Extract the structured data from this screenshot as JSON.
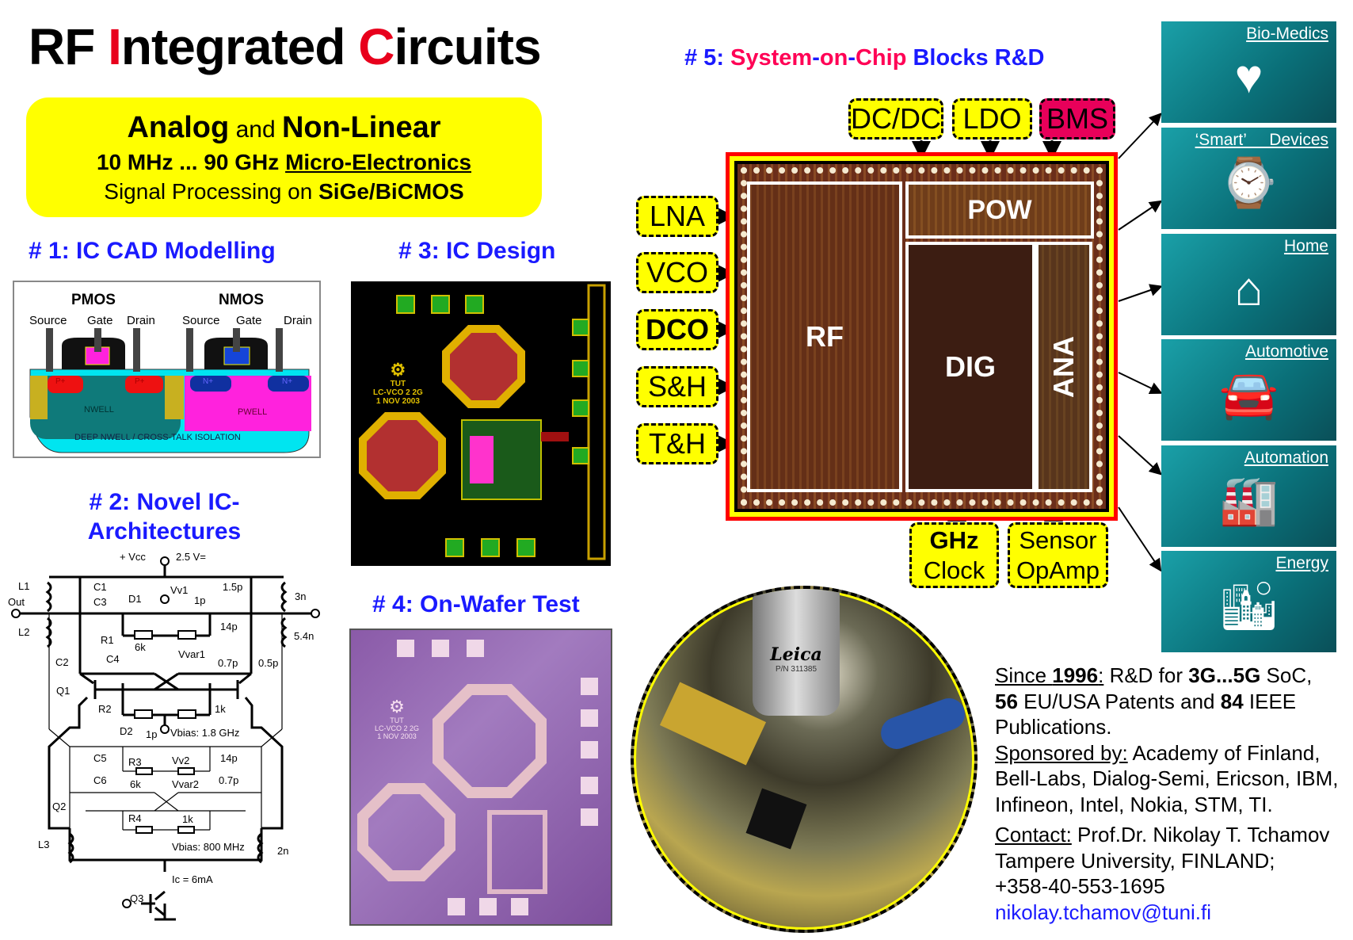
{
  "title": {
    "p1": "RF ",
    "p2": "I",
    "p3": "ntegrated ",
    "p4": "C",
    "p5": "ircuits"
  },
  "banner": {
    "l1a": "Analog",
    "l1b": " and ",
    "l1c": "Non-Linear",
    "l2a": "10 MHz ... 90 GHz ",
    "l2b": "Micro-Electronics",
    "l3a": "Signal Processing on ",
    "l3b": "SiGe/BiCMOS"
  },
  "sections": {
    "s1": "# 1: IC CAD Modelling",
    "s2a": "# 2: Novel IC-",
    "s2b": "Architectures",
    "s3": "# 3: IC Design",
    "s4": "# 4: On-Wafer Test",
    "s5a": "# 5: ",
    "s5b": "System",
    "s5c": "-",
    "s5d": "on",
    "s5e": "-",
    "s5f": "Chip",
    "s5g": " Blocks R&D"
  },
  "cmos": {
    "pmos": "PMOS",
    "nmos": "NMOS",
    "source1": "Source",
    "gate1": "Gate",
    "drain1": "Drain",
    "source2": "Source",
    "gate2": "Gate",
    "drain2": "Drain",
    "pplus1": "P+",
    "pplus2": "P+",
    "nplus1": "N+",
    "nplus2": "N+",
    "nwell": "NWELL",
    "pwell": "PWELL",
    "deep": "DEEP NWELL / CROSS-TALK  ISOLATION"
  },
  "layout_text": {
    "l1": "TUT",
    "l2": "LC-VCO 2 2G",
    "l3": "1 NOV 2003"
  },
  "wafer_text": {
    "l1": "TUT",
    "l2": "LC-VCO 2 2G",
    "l3": "1 NOV 2003"
  },
  "circuit": {
    "vcc": "+ Vcc",
    "v25": "2.5 V=",
    "L1": "L1",
    "out": "Out",
    "C1": "C1",
    "C3": "C3",
    "D1": "D1",
    "Vv1": "Vv1",
    "p1a": "1p",
    "p15": "1.5p",
    "n3": "3n",
    "L2": "L2",
    "p14a": "14p",
    "n54": "5.4n",
    "R1": "R1",
    "k6a": "6k",
    "Vvar1": "Vvar1",
    "C2": "C2",
    "C4": "C4",
    "p07a": "0.7p",
    "p05": "0.5p",
    "Q1": "Q1",
    "R2": "R2",
    "k1a": "1k",
    "D2": "D2",
    "p1b": "1p",
    "vb18": "Vbias: 1.8 GHz",
    "C5": "C5",
    "R3": "R3",
    "Vv2": "Vv2",
    "p14b": "14p",
    "C6": "C6",
    "k6b": "6k",
    "Vvar2": "Vvar2",
    "p07b": "0.7p",
    "Q2": "Q2",
    "R4": "R4",
    "k1b": "1k",
    "L3": "L3",
    "vb800": "Vbias: 800 MHz",
    "n2": "2n",
    "ic": "Ic = 6mA",
    "Q3": "Q3"
  },
  "soc": {
    "top": [
      "DC/DC",
      "LDO",
      "BMS"
    ],
    "left": [
      "LNA",
      "VCO",
      "DCO",
      "S&H",
      "T&H"
    ],
    "bottom": [
      {
        "a": "GHz",
        "b": "Clock"
      },
      {
        "a": "Sensor",
        "b": "OpAmp"
      }
    ],
    "blocks": {
      "rf": "RF",
      "pow": "POW",
      "dig": "DIG",
      "ana": "ANA"
    },
    "colors": {
      "label": "#ffff00",
      "bms": "#e8005a",
      "frame": "#ff0000"
    }
  },
  "photo": {
    "brand": "Leica",
    "pn": "P/N 311385"
  },
  "tiles": [
    {
      "label": "Bio-Medics",
      "icon": "heart-pulse-icon",
      "glyph": "♥"
    },
    {
      "label": "‘Smart’     Devices",
      "icon": "smartwatch-icon",
      "glyph": "⌚"
    },
    {
      "label": "Home",
      "icon": "smart-home-icon",
      "glyph": "⌂"
    },
    {
      "label": "Automotive",
      "icon": "car-icon",
      "glyph": "🚘"
    },
    {
      "label": "Automation",
      "icon": "factory-icon",
      "glyph": "🏭"
    },
    {
      "label": "Energy",
      "icon": "wind-turbine-city-icon",
      "glyph": "🏙"
    }
  ],
  "info": {
    "since_label": "Since ",
    "since_year": "1996",
    ":": ":",
    "since_rest1": "  R&D for ",
    "g3": "3G...5G",
    "since_rest2": " SoC,",
    "patents_n": "56",
    "patents_t": " EU/USA Patents and ",
    "ieee_n": "84",
    "ieee_t": " IEEE",
    "pubs": "Publications.",
    "sponsored_label": "Sponsored by:",
    "sponsored_1": "  Academy of Finland,",
    "sponsored_2": "Bell-Labs, Dialog-Semi, Ericson, IBM,",
    "sponsored_3": "Infineon, Intel, Nokia, STM, TI.",
    "contact_label": "Contact:",
    "contact_name": "  Prof.Dr. Nikolay T. Tchamov",
    "contact_uni": "Tampere University, FINLAND;",
    "phone": "+358-40-553-1695",
    "email": "nikolay.tchamov@tuni.fi"
  }
}
